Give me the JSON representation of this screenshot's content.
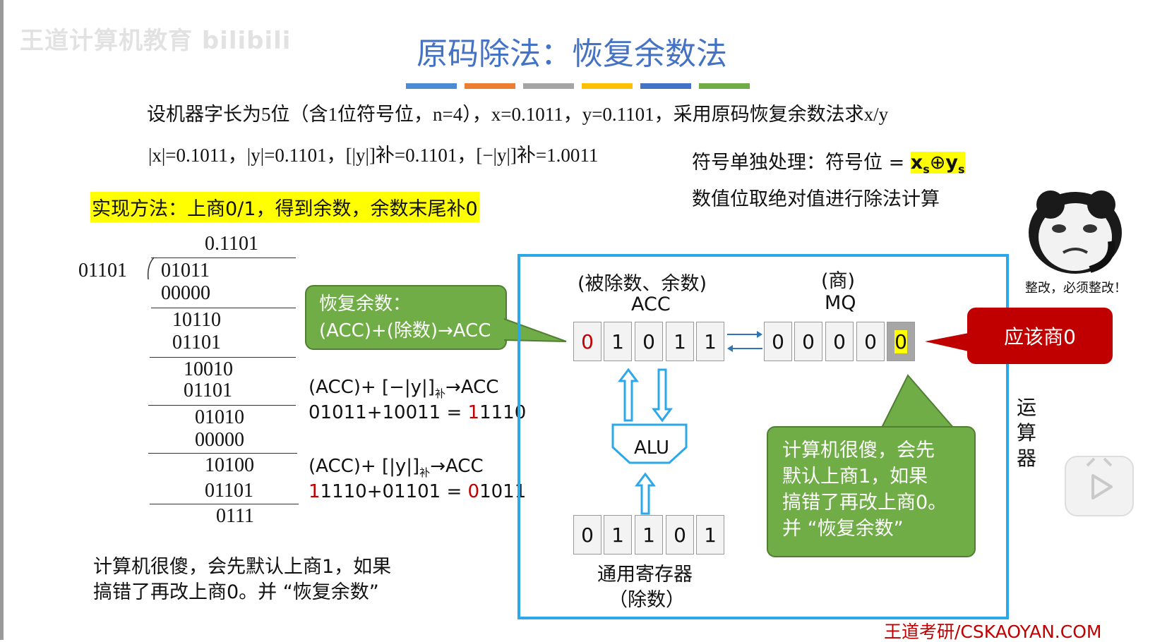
{
  "watermark": "王道计算机教育 bilibili",
  "title": "原码除法：恢复余数法",
  "title_bar_colors": [
    "#4a8bd4",
    "#ed7d31",
    "#a5a5a5",
    "#ffc000",
    "#4472c4",
    "#70ad47"
  ],
  "problem": {
    "line1": "设机器字长为5位（含1位符号位，n=4），x=0.1011，y=0.1101，采用原码恢复余数法求x/y",
    "line2": "|x|=0.1011，|y|=0.1101，[|y|]补=0.1101，[−|y|]补=1.0011"
  },
  "sign_note": {
    "line1_prefix": "符号单独处理：符号位 = ",
    "xs": "x",
    "xs_sub": "s",
    "op": "⊕",
    "ys": "y",
    "ys_sub": "s",
    "line2": "数值位取绝对值进行除法计算"
  },
  "method": "实现方法：上商0/1，得到余数，余数末尾补0",
  "long_division": {
    "quotient": "0.1101",
    "divisor": "01101",
    "rows": [
      "01011",
      "00000",
      "10110",
      "01101",
      "10010",
      "01101",
      "01010",
      "00000",
      "10100",
      "01101",
      "0111"
    ]
  },
  "callout_restore": {
    "line1": "恢复余数：",
    "line2": "(ACC)+(除数)→ACC"
  },
  "step1": {
    "label_a": "(ACC)+ [−|y|]",
    "label_sub": "补",
    "label_b": "→ACC",
    "eq_a": "01011+10011 = ",
    "eq_b": "1",
    "eq_c": "1110"
  },
  "step2": {
    "label_a": "(ACC)+ [|y|]",
    "label_sub": "补",
    "label_b": "→ACC",
    "eq_a": "1",
    "eq_b": "1110+01101 = ",
    "eq_c": "0",
    "eq_d": "1011"
  },
  "bottom_note": {
    "line1": "计算机很傻，会先默认上商1，如果",
    "line2": "搞错了再改上商0。并 “恢复余数”"
  },
  "cpu": {
    "acc_caption": "(被除数、余数)",
    "acc_label": "ACC",
    "acc_bits": [
      "0",
      "1",
      "0",
      "1",
      "1"
    ],
    "mq_caption": "(商)",
    "mq_label": "MQ",
    "mq_bits": [
      "0",
      "0",
      "0",
      "0",
      "0"
    ],
    "alu_label": "ALU",
    "reg_bits": [
      "0",
      "1",
      "1",
      "0",
      "1"
    ],
    "reg_label": "通用寄存器",
    "reg_sub": "（除数）",
    "unit_label": "运算器"
  },
  "red_callout": "应该商0",
  "green_callout2": {
    "line1": "计算机很傻，会先",
    "line2": "默认上商1，如果",
    "line3": "搞错了再改上商0。",
    "line4": "并 “恢复余数”"
  },
  "meme_caption": "整改，必须整改！",
  "footer": "王道考研/CSKAOYAN.COM"
}
